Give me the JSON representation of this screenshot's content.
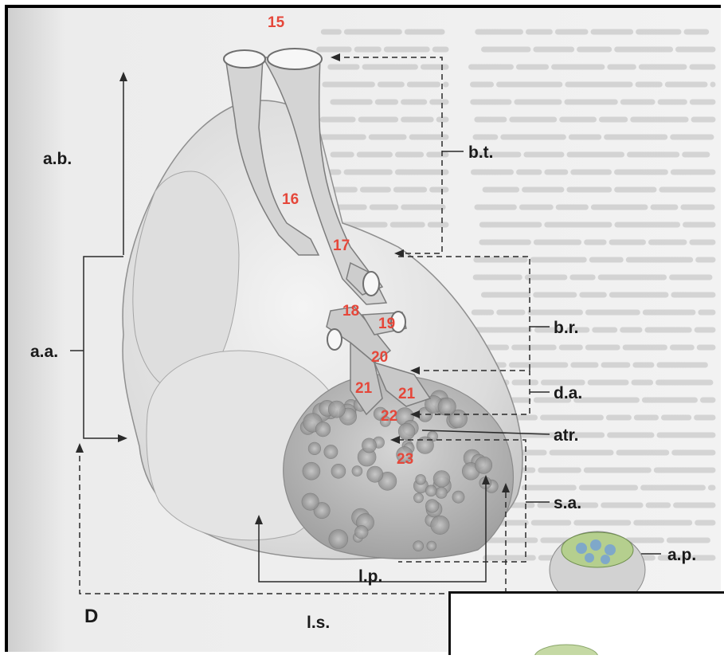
{
  "colors": {
    "number_red": "#e5473a",
    "line": "#2a2a2a",
    "tissue": "#e6e6e6",
    "page_text": "#b7b7b7",
    "pleura_green": "#b5cf8e",
    "pleura_blue": "#7fa8c9"
  },
  "labels": {
    "ab": "a.b.",
    "aa": "a.a.",
    "bt": "b.t.",
    "br": "b.r.",
    "da": "d.a.",
    "atr": "atr.",
    "sa": "s.a.",
    "ap": "a.p.",
    "lp": "l.p.",
    "ls": "l.s.",
    "panel": "D"
  },
  "numbers": [
    "15",
    "16",
    "17",
    "18",
    "19",
    "20",
    "21",
    "21",
    "22",
    "23"
  ]
}
